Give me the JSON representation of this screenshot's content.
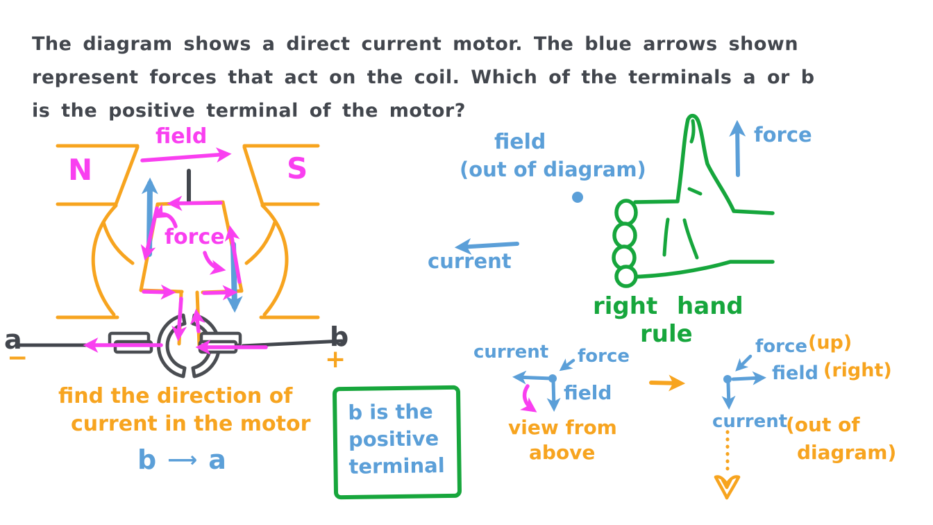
{
  "colors": {
    "ink": "#42464d",
    "orange": "#f7a41f",
    "magenta": "#f93ff0",
    "blue": "#5b9fd8",
    "green": "#16a63c"
  },
  "question": {
    "line1": "The diagram shows a direct current motor. The blue arrows shown",
    "line2": "represent forces that act on the coil. Which of the terminals a or b",
    "line3": "is the positive terminal of the motor?"
  },
  "motor": {
    "field_label": "field",
    "north_label": "N",
    "south_label": "S",
    "force_label": "force",
    "terminal_a": "a",
    "terminal_a_sign": "−",
    "terminal_b": "b",
    "terminal_b_sign": "+"
  },
  "task": {
    "line1": "find the direction of",
    "line2": "current in the motor",
    "from": "b",
    "arrow": "⟶",
    "to": "a"
  },
  "answer": {
    "line1": "b is the",
    "line2": "positive",
    "line3": "terminal"
  },
  "hand_rule": {
    "field_label": "field",
    "field_note": "(out of diagram)",
    "current_label": "current",
    "force_label": "force",
    "title_line1": "right hand",
    "title_line2": "rule"
  },
  "view_above": {
    "current_label": "current",
    "force_label": "force",
    "field_label": "field",
    "caption_line1": "view from",
    "caption_line2": "above"
  },
  "axes3d": {
    "force_label": "force",
    "force_dir": "(up)",
    "field_label": "field",
    "field_dir": "(right)",
    "current_label": "current",
    "current_dir_line1": "(out of",
    "current_dir_line2": "diagram)"
  }
}
